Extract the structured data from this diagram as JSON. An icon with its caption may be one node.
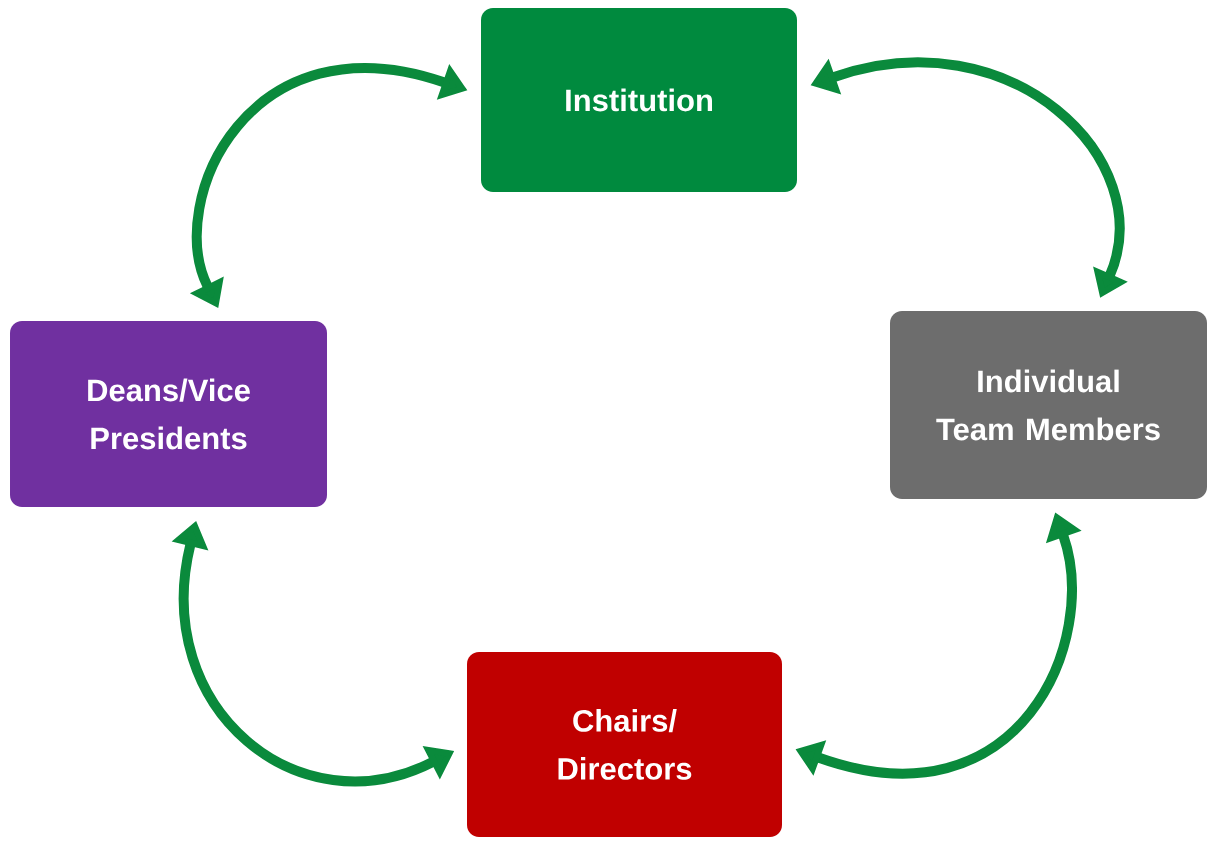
{
  "diagram": {
    "nodes": [
      {
        "text": [
          "Institution"
        ]
      },
      {
        "text": [
          "Deans/Vice Presidents"
        ]
      },
      {
        "text": [
          "Individual Team Members"
        ]
      },
      {
        "text": [
          "Chairs/ Directors"
        ]
      }
    ],
    "edges": [
      {
        "from": 1,
        "to": 0,
        "arrow": "both"
      },
      {
        "from": 0,
        "to": 2,
        "arrow": "both"
      },
      {
        "from": 2,
        "to": 3,
        "arrow": "both"
      },
      {
        "from": 3,
        "to": 1,
        "arrow": "both"
      }
    ]
  }
}
